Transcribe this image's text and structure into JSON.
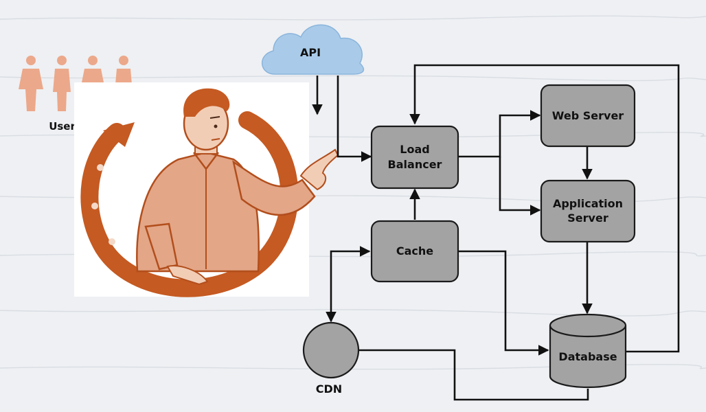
{
  "diagram": {
    "api_label": "API",
    "users_label": "Users",
    "load_balancer": [
      "Load",
      "Balancer"
    ],
    "cache_label": "Cache",
    "web_server_label": "Web Server",
    "app_server": [
      "Application",
      "Server"
    ],
    "database_label": "Database",
    "cdn_label": "CDN"
  },
  "colors": {
    "background": "#eef0f3",
    "cloud": "#a9cbe9",
    "node_fill": "#a3a3a3",
    "accent": "#c55a22",
    "shirt": "#e3a687",
    "users": "#eca88a"
  },
  "icons": [
    "cloud-icon",
    "users-icon",
    "person-pointing-illustration",
    "circular-arrow-icon",
    "cdn-circle",
    "database-cylinder"
  ]
}
